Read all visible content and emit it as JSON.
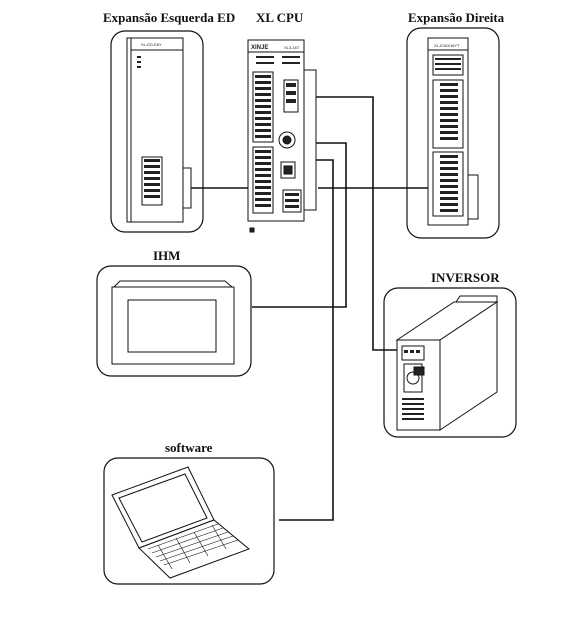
{
  "labels": {
    "left_expansion": "Expansão Esquerda ED",
    "cpu": "XL CPU",
    "right_expansion": "Expansão Direita",
    "hmi": "IHM",
    "inverter": "INVERSOR",
    "software": "software"
  },
  "device_text": {
    "cpu_brand": "XINJE",
    "cpu_model": "XL3-16T",
    "right_model": "XL-E16X16YT",
    "left_model": "XL-ED-E8Y"
  }
}
